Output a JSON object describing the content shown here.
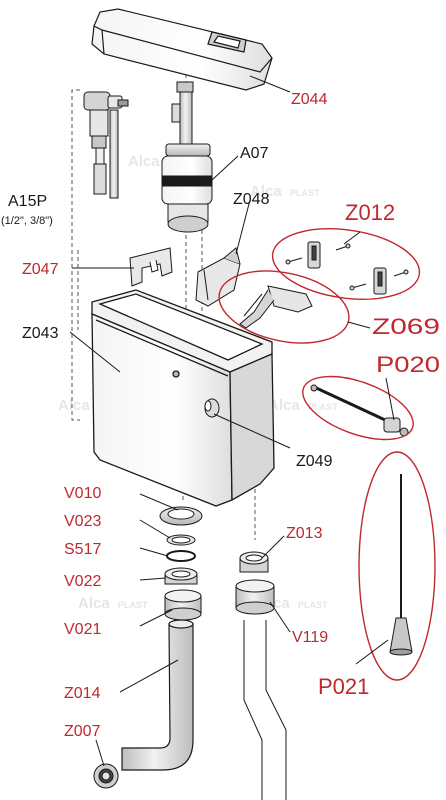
{
  "colors": {
    "red": "#c0282d",
    "black": "#1a1a1a",
    "part_fill": "#e2e2e2",
    "part_dark": "#b4b4b4",
    "watermark": "#e6e6e6"
  },
  "watermark": {
    "word1": "Alca",
    "word2": "PLAST"
  },
  "labels": {
    "z044": "Z044",
    "a07": "A07",
    "a15p": "A15P",
    "a15p_size": "(1/2\", 3/8\")",
    "z048": "Z048",
    "z012": "Z012",
    "z047": "Z047",
    "z069": "Z069",
    "z043": "Z043",
    "p020": "P020",
    "z049": "Z049",
    "v010": "V010",
    "v023": "V023",
    "s517": "S517",
    "v022": "V022",
    "v021": "V021",
    "z013": "Z013",
    "v119": "V119",
    "z014": "Z014",
    "z007": "Z007",
    "p021": "P021"
  }
}
